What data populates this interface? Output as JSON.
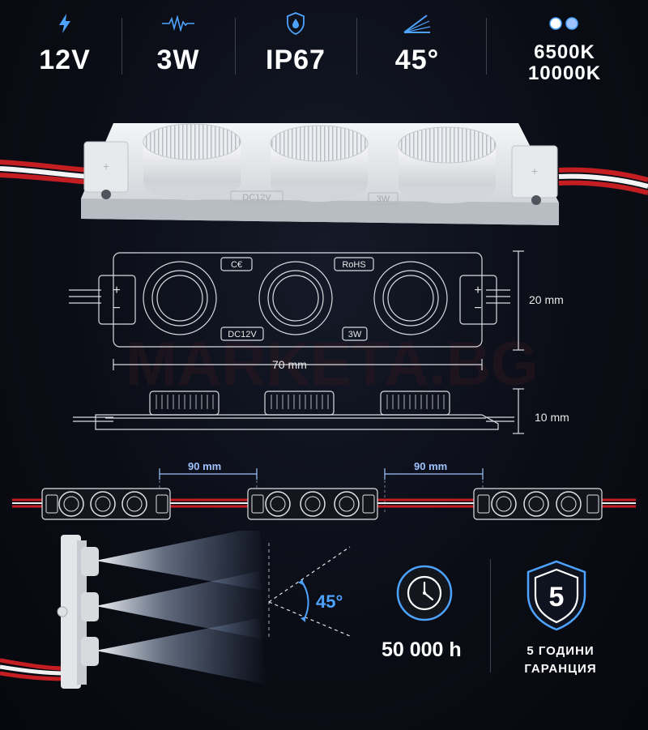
{
  "specs": [
    {
      "icon": "lightning-icon",
      "value": "12V"
    },
    {
      "icon": "waveform-icon",
      "value": "3W"
    },
    {
      "icon": "water-drop-shield-icon",
      "value": "IP67"
    },
    {
      "icon": "beam-angle-icon",
      "value": "45°"
    },
    {
      "icon": "color-temperature-dots-icon",
      "value_line1": "6500K",
      "value_line2": "10000K"
    }
  ],
  "module_labels": {
    "voltage": "DC12V",
    "power": "3W",
    "ce": "C€",
    "rohs": "RoHS",
    "plus": "+",
    "minus": "−"
  },
  "dimensions": {
    "height": "20 mm",
    "length": "70 mm",
    "depth": "10 mm",
    "spacing_left": "90 mm",
    "spacing_right": "90 mm"
  },
  "watermark": "MARKETA.BG",
  "angle": "45°",
  "lifetime": "50 000 h",
  "warranty": {
    "badge_number": "5",
    "line1_number": "5",
    "line1_text": "ГОДИНИ",
    "line2": "ГАРАНЦИЯ"
  },
  "colors": {
    "accent_blue": "#4da3ff",
    "background": "#0a0c14",
    "cool_white": "#ffffff",
    "cold_blue": "#9ec3ff"
  }
}
